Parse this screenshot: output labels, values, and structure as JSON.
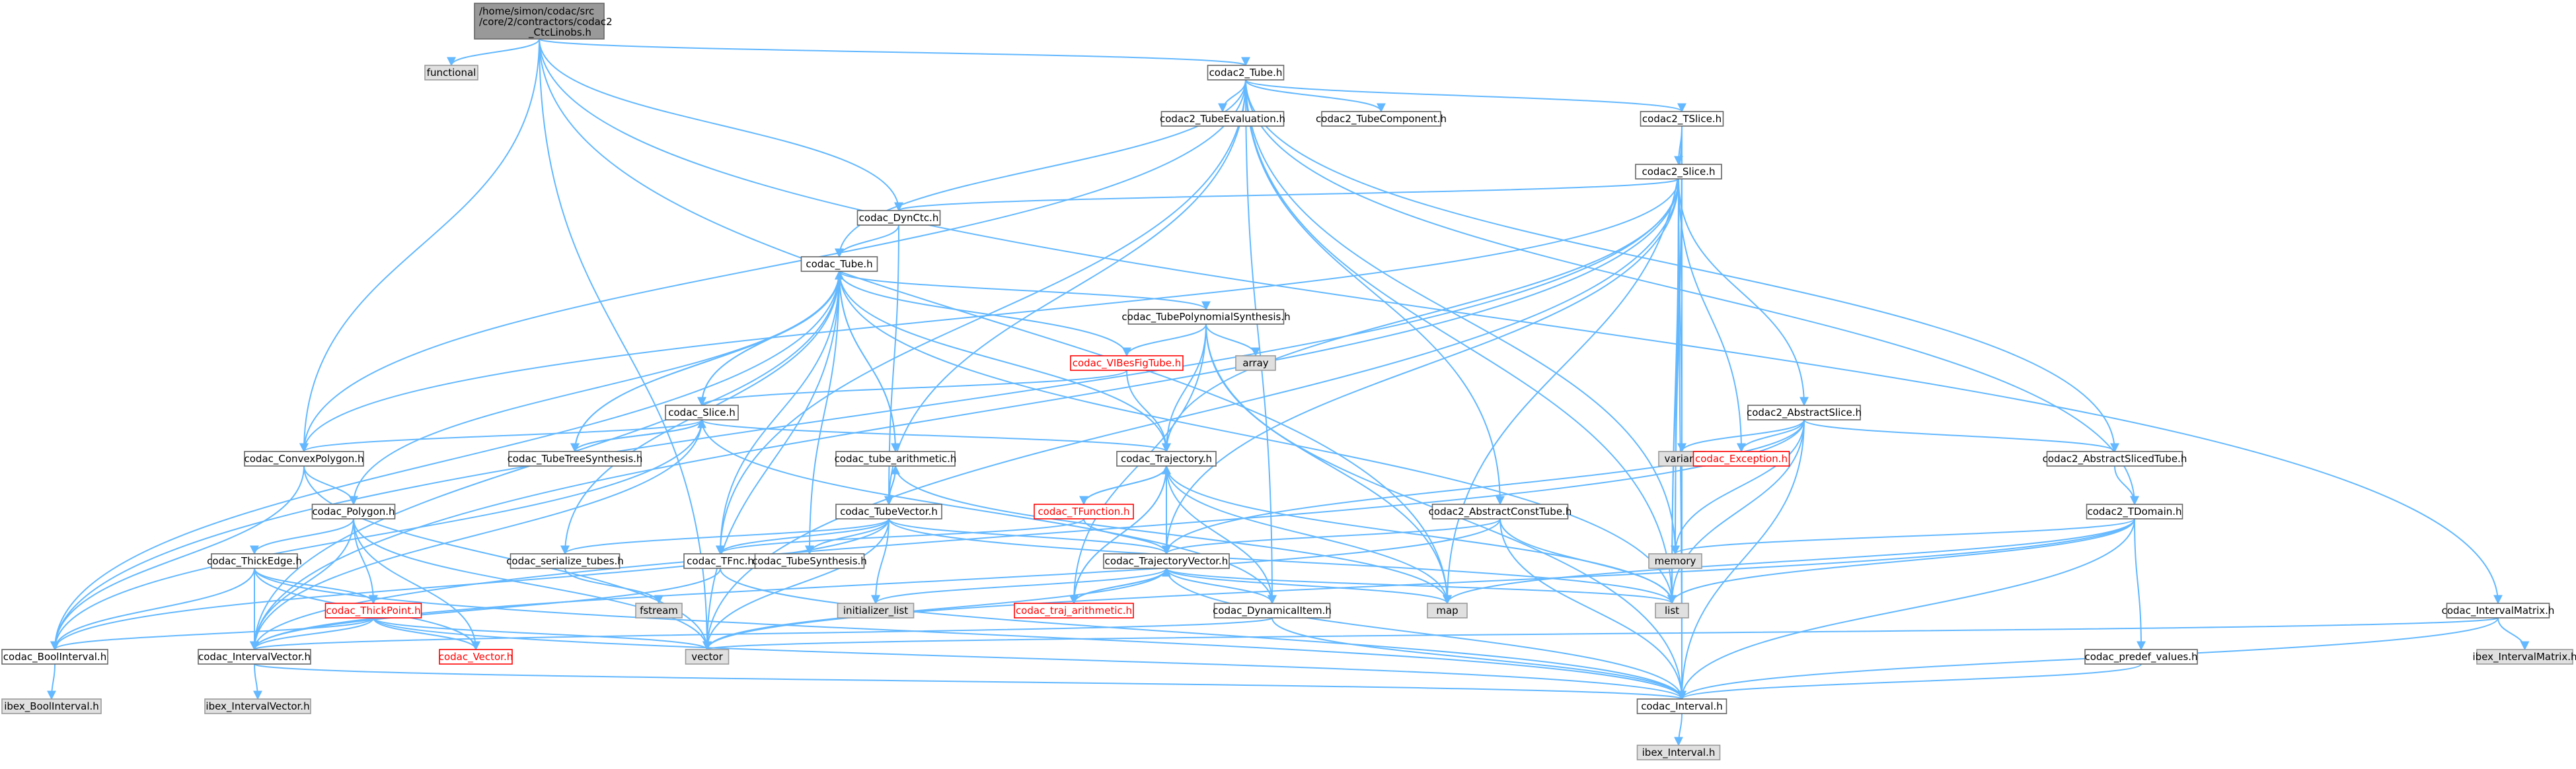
{
  "root_lines": [
    "/home/simon/codac/src",
    "/core/2/contractors/codac2",
    "_CtcLinobs.h"
  ],
  "nodes": [
    {
      "id": "codac2_Tube",
      "label": "codac2_Tube.h",
      "style": "normal"
    },
    {
      "id": "functional",
      "label": "functional",
      "style": "sys"
    },
    {
      "id": "codac2_IntervalMatrix",
      "label": "codac_IntervalMatrix.h",
      "style": "normal"
    },
    {
      "id": "codac2_TubeEvaluation",
      "label": "codac2_TubeEvaluation.h",
      "style": "normal"
    },
    {
      "id": "codac2_TubeComponent",
      "label": "codac2_TubeComponent.h",
      "style": "normal"
    },
    {
      "id": "codac2_TSlice",
      "label": "codac2_TSlice.h",
      "style": "normal"
    },
    {
      "id": "codac2_Slice",
      "label": "codac2_Slice.h",
      "style": "normal"
    },
    {
      "id": "codac_DynCtc",
      "label": "codac_DynCtc.h",
      "style": "normal"
    },
    {
      "id": "codac_Tube",
      "label": "codac_Tube.h",
      "style": "normal"
    },
    {
      "id": "codac_TubePolynomialSynthesis",
      "label": "codac_TubePolynomialSynthesis.h",
      "style": "normal"
    },
    {
      "id": "array",
      "label": "array",
      "style": "sys"
    },
    {
      "id": "codac_VIBesFigTube",
      "label": "codac_VIBesFigTube.h",
      "style": "red"
    },
    {
      "id": "codac2_AbstractSlice",
      "label": "codac2_AbstractSlice.h",
      "style": "normal"
    },
    {
      "id": "codac_Slice",
      "label": "codac_Slice.h",
      "style": "normal"
    },
    {
      "id": "codac_ConvexPolygon",
      "label": "codac_ConvexPolygon.h",
      "style": "normal"
    },
    {
      "id": "codac_TubeTreeSynthesis",
      "label": "codac_TubeTreeSynthesis.h",
      "style": "normal"
    },
    {
      "id": "codac_Trajectory",
      "label": "codac_Trajectory.h",
      "style": "normal"
    },
    {
      "id": "variant",
      "label": "variant",
      "style": "sys"
    },
    {
      "id": "codac_Exception",
      "label": "codac_Exception.h",
      "style": "red"
    },
    {
      "id": "codac2_AbstractSlicedTube",
      "label": "codac2_AbstractSlicedTube.h",
      "style": "normal"
    },
    {
      "id": "codac_tube_arithmetic",
      "label": "codac_tube_arithmetic.h",
      "style": "normal"
    },
    {
      "id": "codac_Polygon",
      "label": "codac_Polygon.h",
      "style": "normal"
    },
    {
      "id": "codac_TubeVector",
      "label": "codac_TubeVector.h",
      "style": "normal"
    },
    {
      "id": "codac_TFunction",
      "label": "codac_TFunction.h",
      "style": "red"
    },
    {
      "id": "codac2_AbstractConstTube",
      "label": "codac2_AbstractConstTube.h",
      "style": "normal"
    },
    {
      "id": "codac2_TDomain",
      "label": "codac2_TDomain.h",
      "style": "normal"
    },
    {
      "id": "codac_ThickEdge",
      "label": "codac_ThickEdge.h",
      "style": "normal"
    },
    {
      "id": "codac_serialize_tubes",
      "label": "codac_serialize_tubes.h",
      "style": "normal"
    },
    {
      "id": "codac_TFnc",
      "label": "codac_TFnc.h",
      "style": "normal"
    },
    {
      "id": "codac_TubeSynthesis",
      "label": "codac_TubeSynthesis.h",
      "style": "normal"
    },
    {
      "id": "codac_TrajectoryVector",
      "label": "codac_TrajectoryVector.h",
      "style": "normal"
    },
    {
      "id": "memory",
      "label": "memory",
      "style": "sys"
    },
    {
      "id": "codac_ThickPoint",
      "label": "codac_ThickPoint.h",
      "style": "red"
    },
    {
      "id": "fstream",
      "label": "fstream",
      "style": "sys"
    },
    {
      "id": "initializer_list",
      "label": "initializer_list",
      "style": "sys"
    },
    {
      "id": "codac_traj_arithmetic",
      "label": "codac_traj_arithmetic.h",
      "style": "red"
    },
    {
      "id": "map",
      "label": "map",
      "style": "sys"
    },
    {
      "id": "list",
      "label": "list",
      "style": "sys"
    },
    {
      "id": "codac_DynamicalItem",
      "label": "codac_DynamicalItem.h",
      "style": "normal"
    },
    {
      "id": "codac_BoolInterval",
      "label": "codac_BoolInterval.h",
      "style": "normal"
    },
    {
      "id": "codac_IntervalVector",
      "label": "codac_IntervalVector.h",
      "style": "normal"
    },
    {
      "id": "codac_Vector",
      "label": "codac_Vector.h",
      "style": "red"
    },
    {
      "id": "vector",
      "label": "vector",
      "style": "sys"
    },
    {
      "id": "codac_predef_values",
      "label": "codac_predef_values.h",
      "style": "normal"
    },
    {
      "id": "ibex_IntervalMatrix",
      "label": "ibex_IntervalMatrix.h",
      "style": "sys"
    },
    {
      "id": "ibex_BoolInterval",
      "label": "ibex_BoolInterval.h",
      "style": "sys"
    },
    {
      "id": "ibex_IntervalVector",
      "label": "ibex_IntervalVector.h",
      "style": "sys"
    },
    {
      "id": "codac_Interval",
      "label": "codac_Interval.h",
      "style": "normal"
    },
    {
      "id": "ibex_Interval",
      "label": "ibex_Interval.h",
      "style": "sys"
    }
  ],
  "colors": {
    "edge": "#63b8ff",
    "root_fill": "#999999",
    "system_fill": "#e0e0e0",
    "red_border": "#ff0000"
  }
}
